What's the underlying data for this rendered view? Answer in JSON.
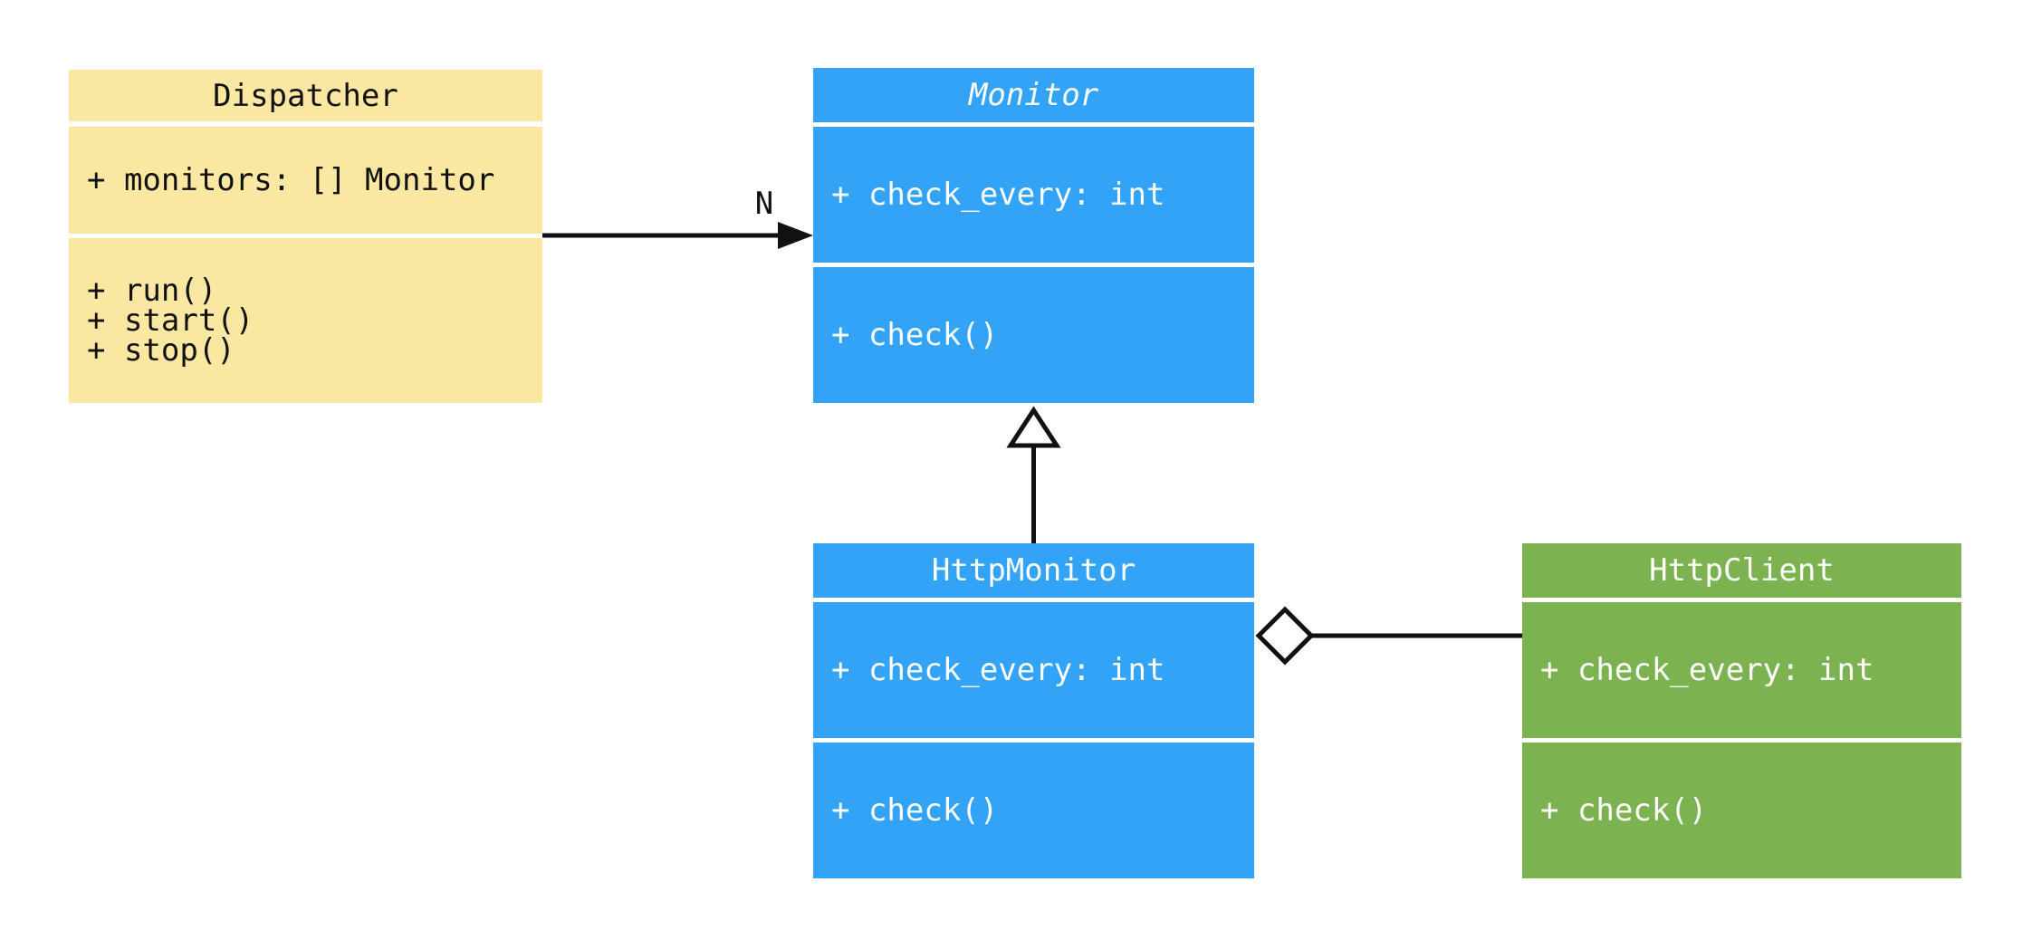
{
  "diagram": {
    "kind": "uml-class-diagram",
    "colors": {
      "background": "#ffffff",
      "yellow_box": "#FAE8A2",
      "blue_box": "#32A3F7",
      "green_box": "#7CB350",
      "line": "#111111",
      "text_dark": "#111111",
      "text_light": "#ffffff"
    },
    "classes": [
      {
        "name": "Dispatcher",
        "abstract": false,
        "color": "#FAE8A2",
        "text_color": "#111111",
        "attributes": [
          "+ monitors: [] Monitor"
        ],
        "methods": [
          "+ run()",
          "+ start()",
          "+ stop()"
        ]
      },
      {
        "name": "Monitor",
        "abstract": true,
        "color": "#32A3F7",
        "text_color": "#ffffff",
        "attributes": [
          "+ check_every: int"
        ],
        "methods": [
          "+ check()"
        ]
      },
      {
        "name": "HttpMonitor",
        "abstract": false,
        "color": "#32A3F7",
        "text_color": "#ffffff",
        "attributes": [
          "+ check_every: int"
        ],
        "methods": [
          "+ check()"
        ]
      },
      {
        "name": "HttpClient",
        "abstract": false,
        "color": "#7CB350",
        "text_color": "#ffffff",
        "attributes": [
          "+ check_every: int"
        ],
        "methods": [
          "+ check()"
        ]
      }
    ],
    "relations": [
      {
        "type": "association",
        "from": "Dispatcher",
        "to": "Monitor",
        "label": "N",
        "head": "filled-arrow"
      },
      {
        "type": "inheritance",
        "from": "HttpMonitor",
        "to": "Monitor",
        "head": "hollow-triangle"
      },
      {
        "type": "aggregation",
        "from": "HttpMonitor",
        "to": "HttpClient",
        "head": "hollow-diamond"
      }
    ]
  }
}
